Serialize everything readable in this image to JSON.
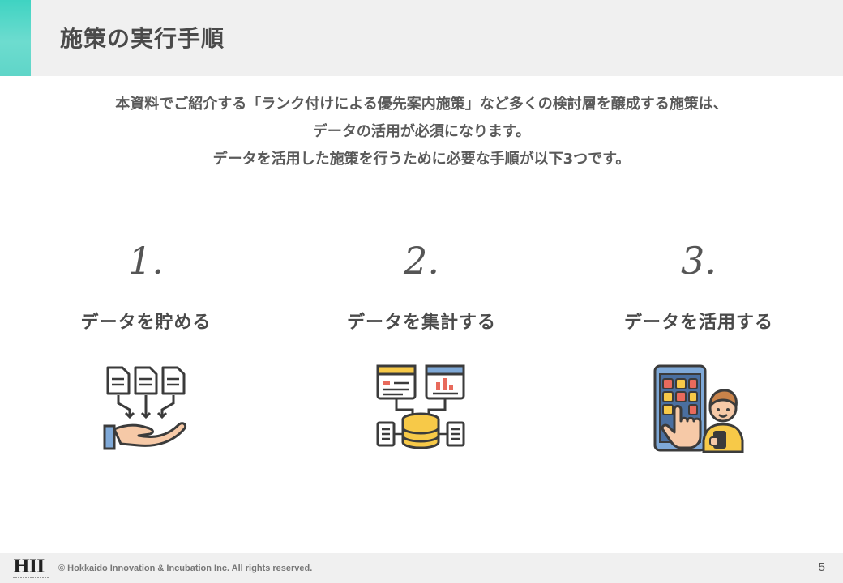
{
  "header": {
    "title": "施策の実行手順"
  },
  "intro": {
    "lines": [
      "本資料でご紹介する「ランク付けによる優先案内施策」など多くの検討層を醸成する施策は、",
      "データの活用が必須になります。",
      "データを活用した施策を行うために必要な手順が以下3つです。"
    ]
  },
  "steps": [
    {
      "number": "1.",
      "label": "データを貯める",
      "icon": "documents-into-hand-icon"
    },
    {
      "number": "2.",
      "label": "データを集計する",
      "icon": "dashboards-database-icon"
    },
    {
      "number": "3.",
      "label": "データを活用する",
      "icon": "tablet-app-user-icon"
    }
  ],
  "footer": {
    "logo": "HII",
    "copyright": "© Hokkaido Innovation & Incubation Inc. All rights reserved.",
    "page_number": "5"
  },
  "colors": {
    "accent": "#4dd6c6",
    "header_bg": "#f0f0f0",
    "icon_blue": "#7fa9d8",
    "icon_yellow": "#f7c948",
    "icon_dark": "#3b3b3b"
  }
}
